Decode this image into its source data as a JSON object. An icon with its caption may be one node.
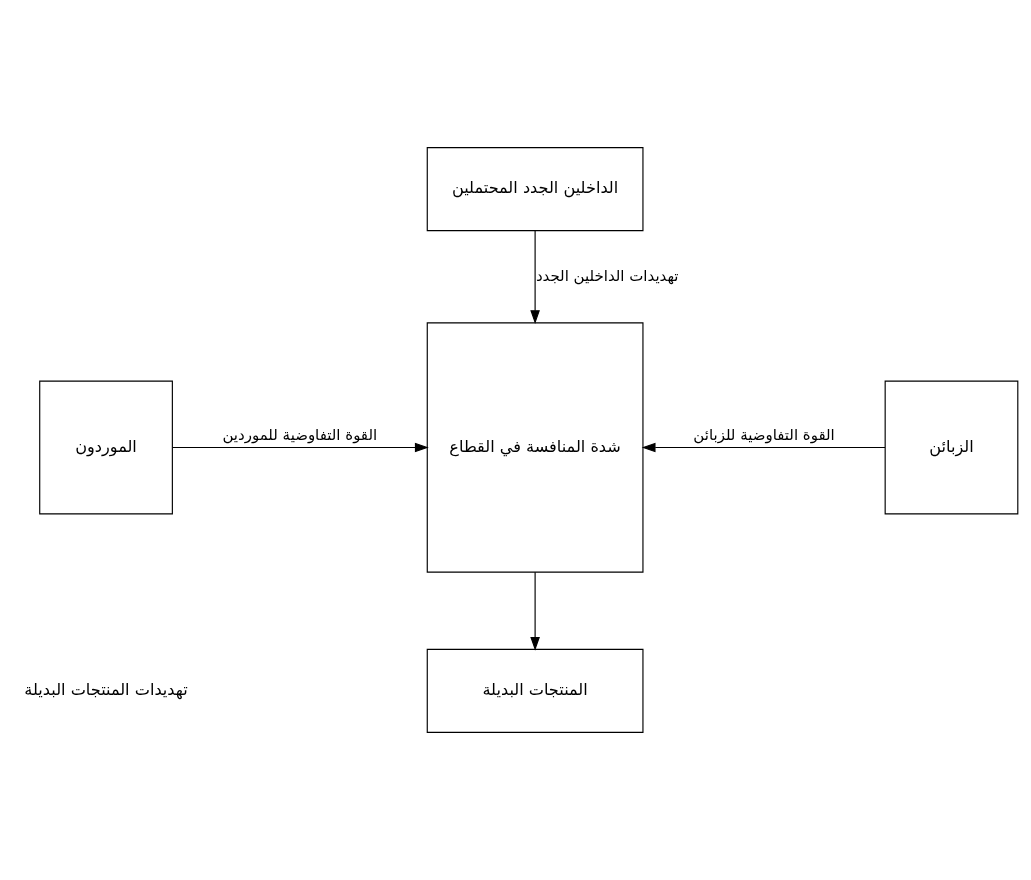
{
  "diagram": {
    "nodes": [
      {
        "text": [
          "الداخلين الجدد المحتملين"
        ]
      },
      {
        "text": [
          "شدة المنافسة في القطاع"
        ]
      },
      {
        "text": [
          "الموردون"
        ]
      },
      {
        "text": [
          "الزبائن"
        ]
      },
      {
        "text": [
          "المنتجات البديلة"
        ]
      }
    ],
    "edges": [
      {
        "from": 0,
        "to": 1,
        "arrow": "to",
        "label": "تهديدات الداخلين الجدد"
      },
      {
        "from": 2,
        "to": 1,
        "arrow": "to",
        "label": "القوة التفاوضية للموردين"
      },
      {
        "from": 3,
        "to": 1,
        "arrow": "to",
        "label": "القوة التفاوضية للزبائن"
      },
      {
        "from": 1,
        "to": 4,
        "arrow": "to"
      }
    ],
    "labels": [
      "تهديدات المنتجات البديلة"
    ]
  }
}
